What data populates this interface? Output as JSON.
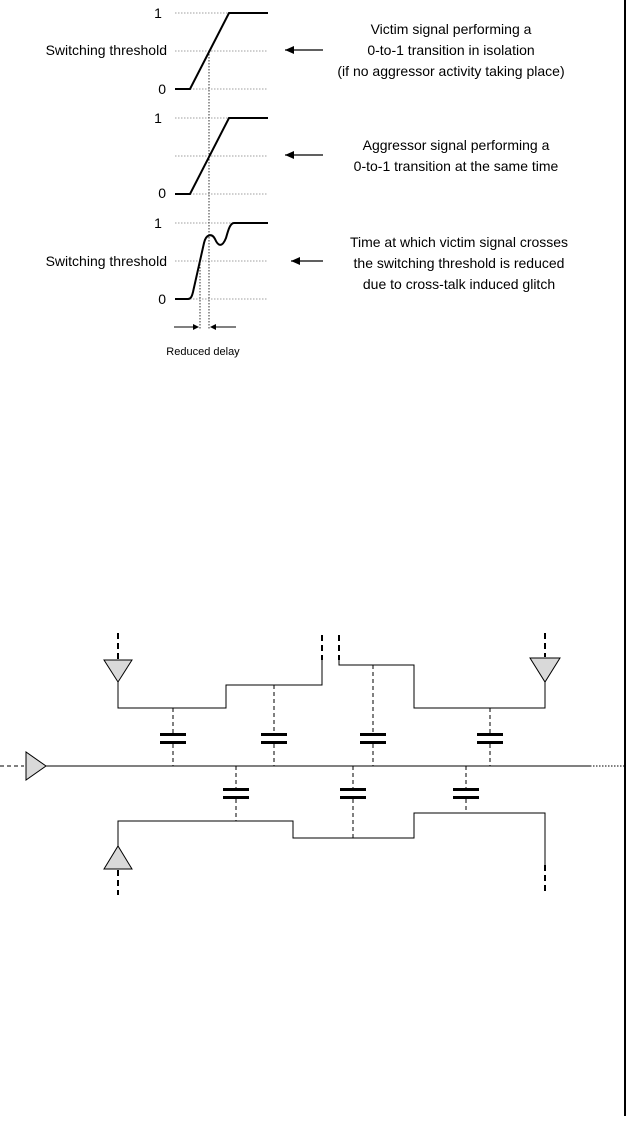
{
  "timing_diagram": {
    "waveforms": [
      {
        "level_one": "1",
        "level_zero": "0",
        "threshold_label": "Switching threshold",
        "annotation": [
          "Victim signal performing a",
          "0-to-1 transition in isolation",
          "(if no aggressor activity taking place)"
        ]
      },
      {
        "level_one": "1",
        "level_zero": "0",
        "threshold_label": "",
        "annotation": [
          "Aggressor signal performing a",
          "0-to-1 transition at the same time"
        ]
      },
      {
        "level_one": "1",
        "level_zero": "0",
        "threshold_label": "Switching threshold",
        "annotation": [
          "Time at which victim signal crosses",
          "the switching threshold is reduced",
          "due to cross-talk induced glitch"
        ]
      }
    ],
    "delay_label": "Reduced delay"
  },
  "coupling_diagram": {
    "victim_driver": "buffer-triangle-right",
    "aggressor_top_driver": "buffer-triangle-down",
    "aggressor_top_receiver": "buffer-triangle-down",
    "aggressor_bottom_driver": "buffer-triangle-up",
    "coupling_capacitor_count": 7,
    "colors": {
      "stroke": "#000000",
      "driver_fill": "#d9d9d9",
      "grid": "#808080"
    }
  }
}
